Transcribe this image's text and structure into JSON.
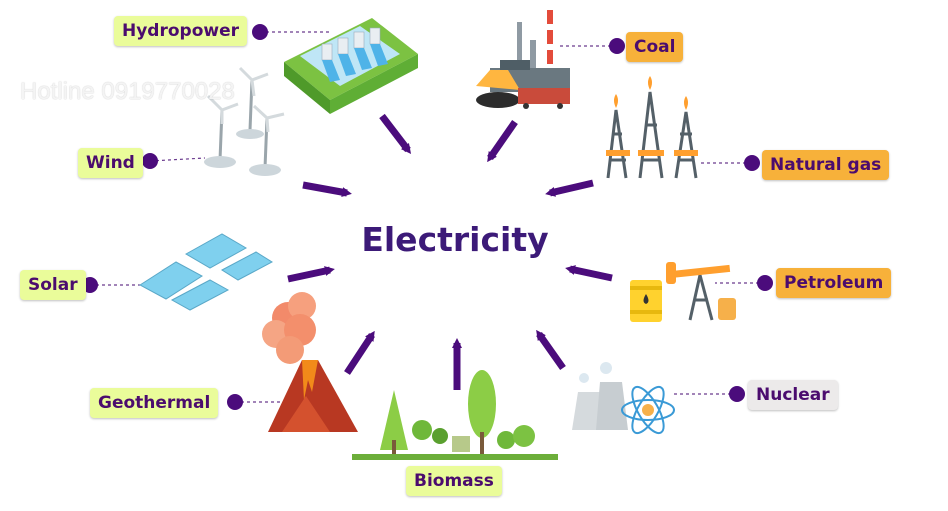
{
  "title": "Electricity",
  "watermark": "Hotline 0919770028",
  "sources": {
    "hydropower": "Hydropower",
    "coal": "Coal",
    "wind": "Wind",
    "natural_gas": "Natural gas",
    "solar": "Solar",
    "petroleum": "Petroleum",
    "geothermal": "Geothermal",
    "nuclear": "Nuclear",
    "biomass": "Biomass"
  },
  "colors": {
    "title": "#3c1a78",
    "arrow": "#4b0c7c",
    "label_text": "#4b0c6e",
    "label_green": "#eafc9a",
    "label_orange": "#f7b13a",
    "label_gray": "#eceaea",
    "connector_dot": "#4b0c7c"
  },
  "icons": {
    "hydropower": "dam-icon",
    "coal": "coal-plant-icon",
    "wind": "wind-turbine-icon",
    "natural_gas": "gas-rig-icon",
    "solar": "solar-panel-icon",
    "petroleum": "oil-pump-icon",
    "geothermal": "volcano-icon",
    "nuclear": "nuclear-plant-icon",
    "biomass": "trees-icon"
  }
}
